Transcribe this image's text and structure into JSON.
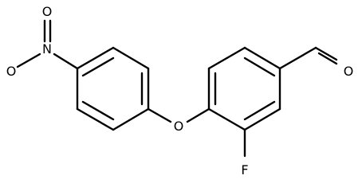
{
  "structure": {
    "atoms": {
      "nitrogen": "N",
      "nitro_oxygen_top": "O",
      "nitro_oxygen_left": "O",
      "ether_oxygen": "O",
      "fluorine": "F",
      "aldehyde_oxygen": "O"
    },
    "colors": {
      "bond": "#000000",
      "label": "#000000",
      "background": "#ffffff"
    }
  }
}
